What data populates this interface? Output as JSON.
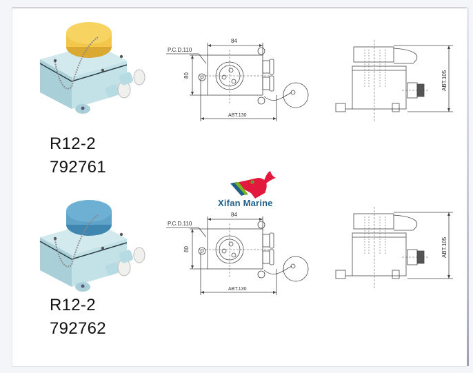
{
  "watermark": {
    "brand": "Xifan Marine",
    "colors": {
      "fish": "#e2183c",
      "stripe_green": "#7ab51d",
      "stripe_blue": "#1f5f8a",
      "text": "#1f5f8a"
    }
  },
  "products": [
    {
      "model": "R12-2",
      "code": "792761",
      "cap_color": "#f3c84a",
      "body_color": "#bcdde3",
      "front_view": {
        "pcd_label": "P.C.D.110",
        "width_label": "84",
        "height_label": "80",
        "overall_label": "ABT.130"
      },
      "side_view": {
        "height_label": "ABT.105"
      }
    },
    {
      "model": "R12-2",
      "code": "792762",
      "cap_color": "#5fa3c9",
      "body_color": "#bcdde3",
      "front_view": {
        "pcd_label": "P.C.D.110",
        "width_label": "84",
        "height_label": "80",
        "overall_label": "ABT.130"
      },
      "side_view": {
        "height_label": "ABT.105"
      }
    }
  ]
}
